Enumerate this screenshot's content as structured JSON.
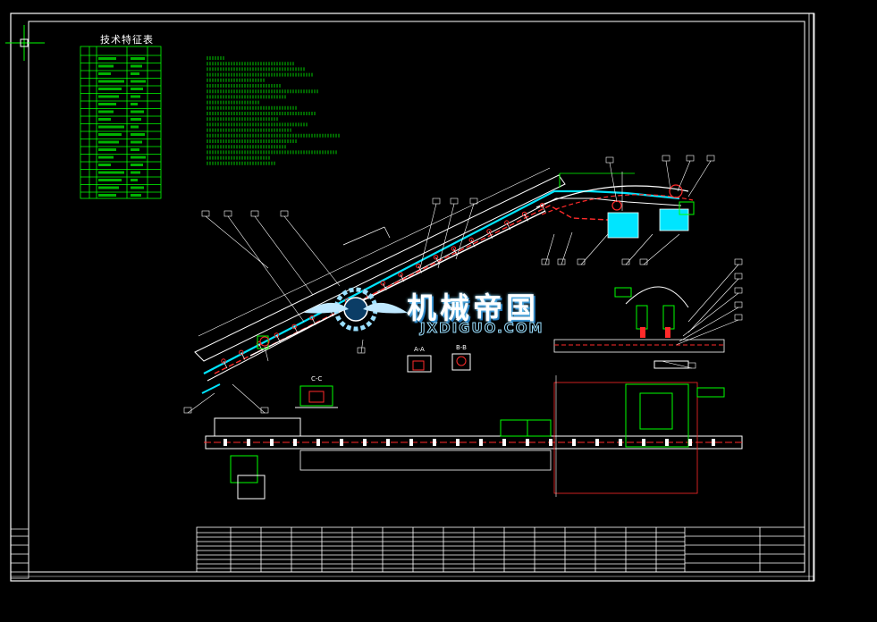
{
  "drawing": {
    "table_title": "技术特征表",
    "watermark_cn": "机械帝国",
    "watermark_en": "JXDIGUO.COM",
    "section_labels": [
      "C-C",
      "A-A",
      "B-B"
    ],
    "colors": {
      "background": "#000000",
      "frame": "#ffffff",
      "table_lines": "#00ff00",
      "notes_text": "#00ff00",
      "belt_outline": "#ffffff",
      "belt_accent": "#ff2a2a",
      "section_cyan": "#00e5ff",
      "leader_lines": "#ffffff"
    }
  }
}
